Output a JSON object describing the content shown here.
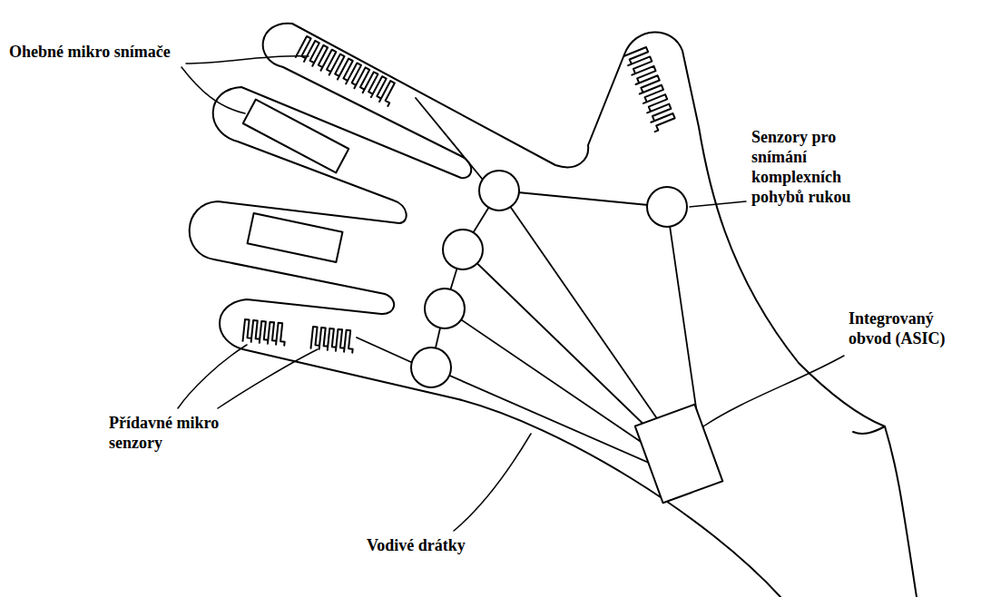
{
  "diagram": {
    "labels": [
      "Ohebné mikro snímače",
      "Senzory pro snímání komplexních pohybů rukou",
      "Integrovaný obvod (ASIC)",
      "Přídavné mikro senzory",
      "Vodivé drátky"
    ]
  }
}
